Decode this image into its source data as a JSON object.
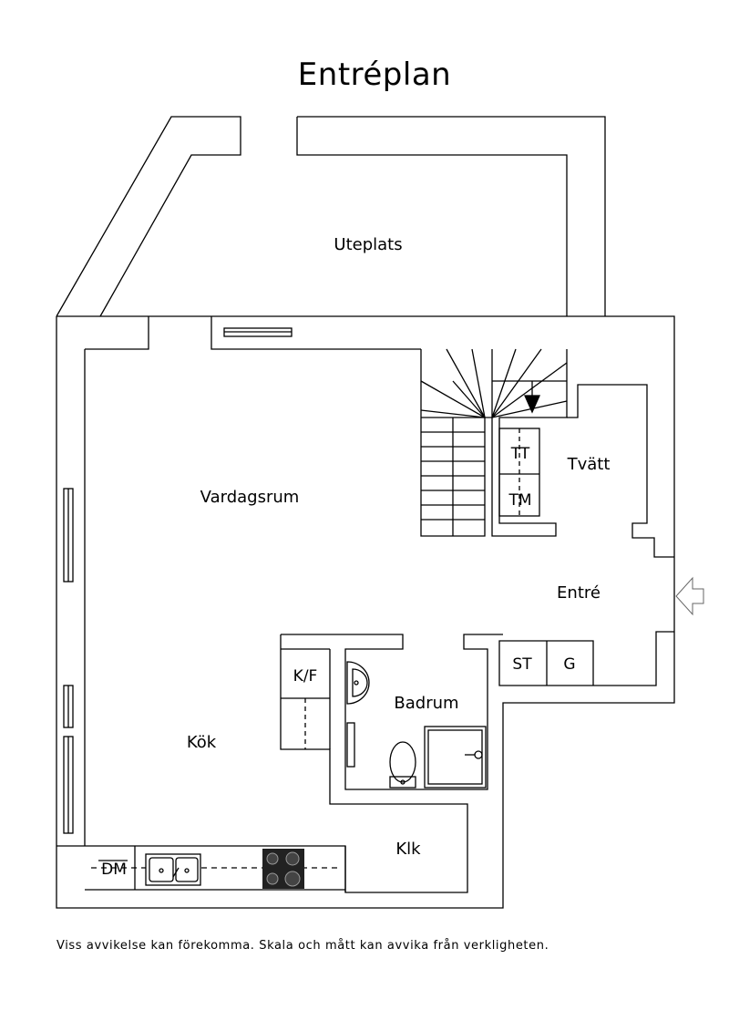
{
  "title": "Entréplan",
  "rooms": {
    "uteplats": "Uteplats",
    "vardagsrum": "Vardagsrum",
    "tvatt": "Tvätt",
    "entre": "Entré",
    "badrum": "Badrum",
    "kok": "Kök",
    "klk": "Klk"
  },
  "fixtures": {
    "tumble_dryer": "TT",
    "washing_machine": "TM",
    "storage": "ST",
    "wardrobe": "G",
    "fridge_freezer": "K/F",
    "dishwasher": "DM"
  },
  "disclaimer": "Viss avvikelse kan förekomma. Skala och mått kan avvika från verkligheten."
}
